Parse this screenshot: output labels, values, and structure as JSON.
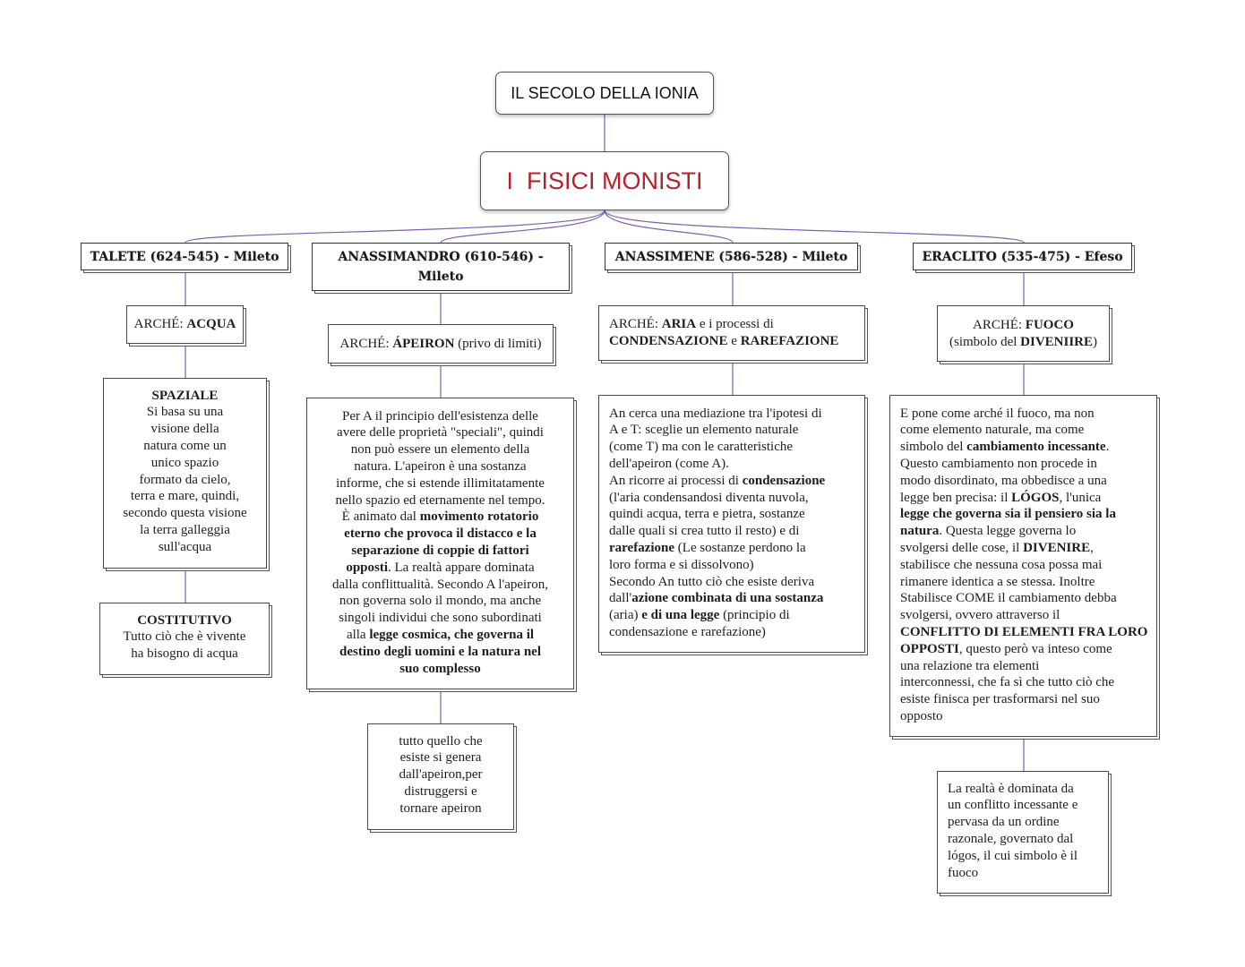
{
  "title": "IL SECOLO DELLA IONIA",
  "subtitle": "I  FISICI MONISTI",
  "colors": {
    "subtitle_text": "#b5222b",
    "connector": "#7d5fb2",
    "text": "#1e1e1e",
    "border": "#4a4a4a"
  },
  "talete": {
    "heading": [
      [
        {
          "t": "TALETE (624-545) - Mileto"
        }
      ]
    ],
    "arche": [
      [
        {
          "t": "ARCHÉ: "
        },
        {
          "t": "ACQUA",
          "b": true
        }
      ]
    ],
    "spaziale": [
      [
        {
          "t": "SPAZIALE",
          "b": true
        }
      ],
      [
        {
          "t": "Si basa su una"
        }
      ],
      [
        {
          "t": "visione della"
        }
      ],
      [
        {
          "t": "natura come un"
        }
      ],
      [
        {
          "t": "unico spazio"
        }
      ],
      [
        {
          "t": "formato da cielo,"
        }
      ],
      [
        {
          "t": "terra e mare, quindi,"
        }
      ],
      [
        {
          "t": "secondo questa visione"
        }
      ],
      [
        {
          "t": "la terra galleggia"
        }
      ],
      [
        {
          "t": "sull'acqua"
        }
      ]
    ],
    "costitutivo": [
      [
        {
          "t": "COSTITUTIVO",
          "b": true
        }
      ],
      [
        {
          "t": "Tutto ciò che è vivente"
        }
      ],
      [
        {
          "t": "ha bisogno di acqua"
        }
      ]
    ]
  },
  "anassimandro": {
    "heading": [
      [
        {
          "t": "ANASSIMANDRO (610-546) -"
        }
      ],
      [
        {
          "t": "Mileto"
        }
      ]
    ],
    "arche": [
      [
        {
          "t": "ARCHÉ: "
        },
        {
          "t": "ÁPEIRON",
          "b": true
        },
        {
          "t": " (privo di limiti)"
        }
      ]
    ],
    "description": [
      [
        {
          "t": "Per A il principio dell'esistenza delle"
        }
      ],
      [
        {
          "t": "avere delle proprietà \"speciali\", quindi"
        }
      ],
      [
        {
          "t": "non può essere un elemento della"
        }
      ],
      [
        {
          "t": "natura. L'apeiron è una sostanza"
        }
      ],
      [
        {
          "t": "informe, che si estende illimitatamente"
        }
      ],
      [
        {
          "t": "nello spazio ed eternamente nel tempo."
        }
      ],
      [
        {
          "t": "È animato dal "
        },
        {
          "t": "movimento rotatorio",
          "b": true
        }
      ],
      [
        {
          "t": "eterno che provoca il distacco e la",
          "b": true
        }
      ],
      [
        {
          "t": "separazione di coppie di fattori",
          "b": true
        }
      ],
      [
        {
          "t": "opposti",
          "b": true
        },
        {
          "t": ". La realtà appare dominata"
        }
      ],
      [
        {
          "t": "dalla conflittualità. Secondo A l'apeiron,"
        }
      ],
      [
        {
          "t": "non governa solo il mondo, ma anche"
        }
      ],
      [
        {
          "t": "singoli individui che sono subordinati"
        }
      ],
      [
        {
          "t": "alla "
        },
        {
          "t": "legge cosmica, che governa il",
          "b": true
        }
      ],
      [
        {
          "t": "destino degli uomini e la natura nel",
          "b": true
        }
      ],
      [
        {
          "t": "suo complesso",
          "b": true
        }
      ]
    ],
    "cycle": [
      [
        {
          "t": "tutto quello che"
        }
      ],
      [
        {
          "t": "esiste si genera"
        }
      ],
      [
        {
          "t": "dall'apeiron,per"
        }
      ],
      [
        {
          "t": "distruggersi e"
        }
      ],
      [
        {
          "t": "tornare apeiron"
        }
      ]
    ]
  },
  "anassimene": {
    "heading": [
      [
        {
          "t": "ANASSIMENE (586-528) - Mileto"
        }
      ]
    ],
    "arche": [
      [
        {
          "t": "ARCHÉ: "
        },
        {
          "t": "ARIA",
          "b": true
        },
        {
          "t": " e i processi di"
        }
      ],
      [
        {
          "t": "CONDENSAZIONE",
          "b": true
        },
        {
          "t": " e "
        },
        {
          "t": "RAREFAZIONE",
          "b": true
        }
      ]
    ],
    "description": [
      [
        {
          "t": "An cerca una mediazione tra l'ipotesi di"
        }
      ],
      [
        {
          "t": "A e T: sceglie un elemento naturale"
        }
      ],
      [
        {
          "t": "(come T) ma con le caratteristiche"
        }
      ],
      [
        {
          "t": "dell'apeiron (come A)."
        }
      ],
      [
        {
          "t": "An ricorre ai processi di "
        },
        {
          "t": "condensazione",
          "b": true
        }
      ],
      [
        {
          "t": "(l'aria condensandosi diventa nuvola,"
        }
      ],
      [
        {
          "t": "quindi acqua, terra e pietra, sostanze"
        }
      ],
      [
        {
          "t": "dalle quali si crea tutto il resto) e di"
        }
      ],
      [
        {
          "t": "rarefazione",
          "b": true
        },
        {
          "t": " (Le sostanze perdono la"
        }
      ],
      [
        {
          "t": "loro forma e si dissolvono)"
        }
      ],
      [
        {
          "t": "Secondo An tutto ciò che esiste deriva"
        }
      ],
      [
        {
          "t": "dall'"
        },
        {
          "t": "azione combinata di una sostanza",
          "b": true
        }
      ],
      [
        {
          "t": "(aria) "
        },
        {
          "t": "e di una legge",
          "b": true
        },
        {
          "t": " (principio di"
        }
      ],
      [
        {
          "t": "condensazione e rarefazione)"
        }
      ]
    ]
  },
  "eraclito": {
    "heading": [
      [
        {
          "t": "ERACLITO (535-475) - Efeso"
        }
      ]
    ],
    "arche": [
      [
        {
          "t": "ARCHÉ: "
        },
        {
          "t": "FUOCO",
          "b": true
        }
      ],
      [
        {
          "t": "(simbolo del "
        },
        {
          "t": "DIVENIIRE",
          "b": true
        },
        {
          "t": ")"
        }
      ]
    ],
    "description": [
      [
        {
          "t": "E pone come arché il fuoco, ma non"
        }
      ],
      [
        {
          "t": "come elemento naturale, ma come"
        }
      ],
      [
        {
          "t": "simbolo del "
        },
        {
          "t": "cambiamento incessante",
          "b": true
        },
        {
          "t": "."
        }
      ],
      [
        {
          "t": "Questo cambiamento non procede in"
        }
      ],
      [
        {
          "t": "modo disordinato, ma obbedisce a una"
        }
      ],
      [
        {
          "t": "legge ben precisa: il "
        },
        {
          "t": "LÓGOS",
          "b": true
        },
        {
          "t": ", l'unica"
        }
      ],
      [
        {
          "t": "legge che governa sia il pensiero sia la",
          "b": true
        }
      ],
      [
        {
          "t": "natura",
          "b": true
        },
        {
          "t": ". Questa legge governa lo"
        }
      ],
      [
        {
          "t": "svolgersi delle cose, il "
        },
        {
          "t": "DIVENIRE",
          "b": true
        },
        {
          "t": ","
        }
      ],
      [
        {
          "t": "stabilisce che nessuna cosa possa mai"
        }
      ],
      [
        {
          "t": "rimanere identica a se stessa. Inoltre"
        }
      ],
      [
        {
          "t": "Stabilisce COME il cambiamento debba"
        }
      ],
      [
        {
          "t": "svolgersi, ovvero attraverso il"
        }
      ],
      [
        {
          "t": "CONFLITTO DI ELEMENTI FRA LORO",
          "b": true
        }
      ],
      [
        {
          "t": "OPPOSTI",
          "b": true
        },
        {
          "t": ", questo però va inteso come"
        }
      ],
      [
        {
          "t": "una relazione tra elementi"
        }
      ],
      [
        {
          "t": "interconnessi, che fa sì che tutto ciò che"
        }
      ],
      [
        {
          "t": "esiste finisca per trasformarsi nel suo"
        }
      ],
      [
        {
          "t": "opposto"
        }
      ]
    ],
    "reality": [
      [
        {
          "t": "La realtà è dominata da"
        }
      ],
      [
        {
          "t": "un conflitto incessante e"
        }
      ],
      [
        {
          "t": "pervasa da un ordine"
        }
      ],
      [
        {
          "t": "razonale, governato dal"
        }
      ],
      [
        {
          "t": "lógos, il cui simbolo è il"
        }
      ],
      [
        {
          "t": "fuoco"
        }
      ]
    ]
  }
}
